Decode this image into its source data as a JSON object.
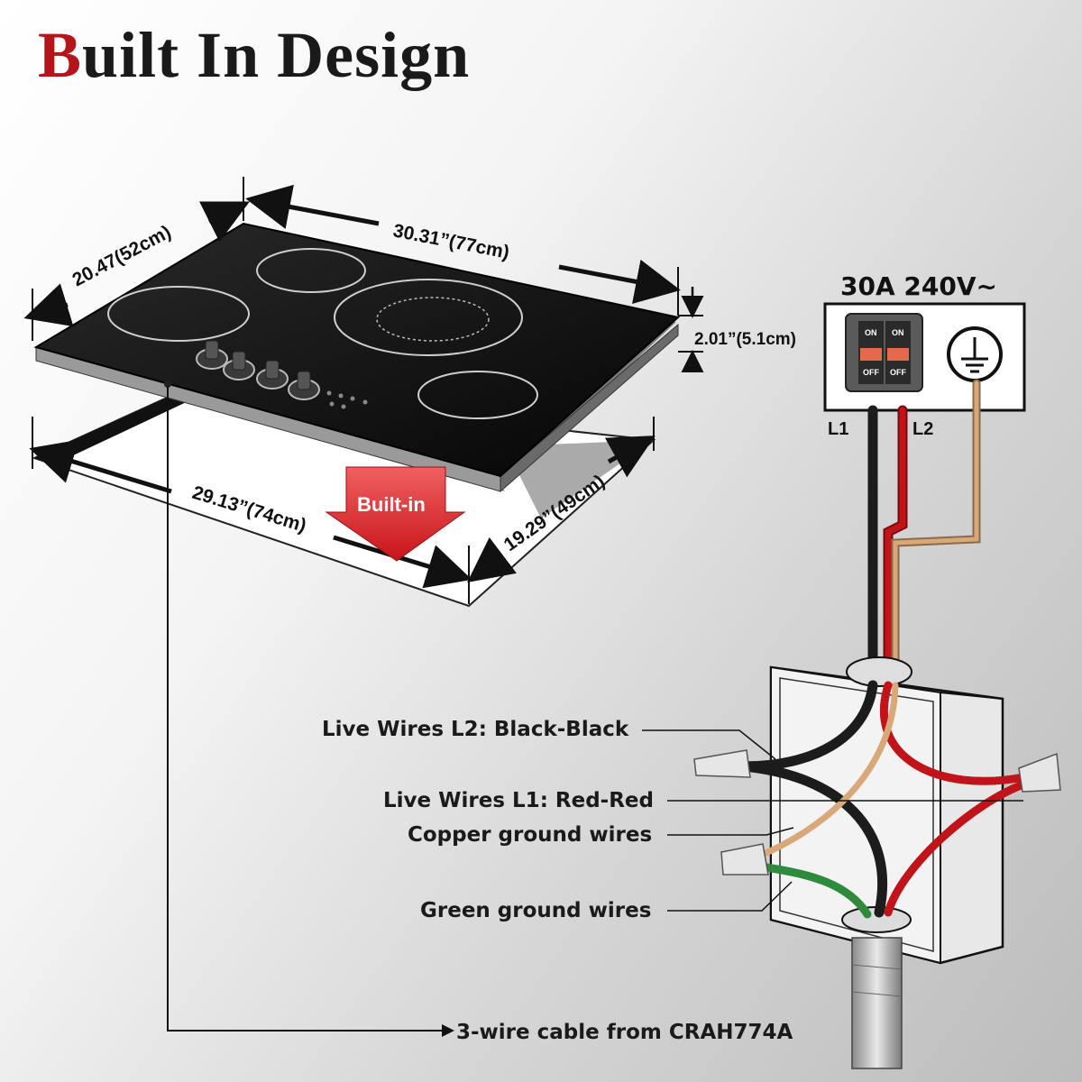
{
  "title": {
    "first_letter": "B",
    "rest": "uilt In Design"
  },
  "dimensions": {
    "depth_top": "20.47(52cm)",
    "width_top": "30.31”(77cm)",
    "height": "2.01”(5.1cm)",
    "cutout_width": "29.13”(74cm)",
    "cutout_depth": "19.29”(49cm)"
  },
  "built_in_label": "Built-in",
  "power": {
    "rating": "30A 240V~",
    "l1": "L1",
    "l2": "L2",
    "breaker_on": "ON",
    "breaker_off": "OFF"
  },
  "callouts": {
    "l2": "Live Wires L2: Black-Black",
    "l1": "Live Wires L1: Red-Red",
    "copper": "Copper ground wires",
    "green": "Green ground wires",
    "cable": "3-wire cable from CRAH774A"
  },
  "colors": {
    "accent": "#b5141a",
    "wire_black": "#1c1c1c",
    "wire_red": "#c0141a",
    "wire_copper": "#d9a878",
    "wire_green": "#2e8a3c"
  }
}
